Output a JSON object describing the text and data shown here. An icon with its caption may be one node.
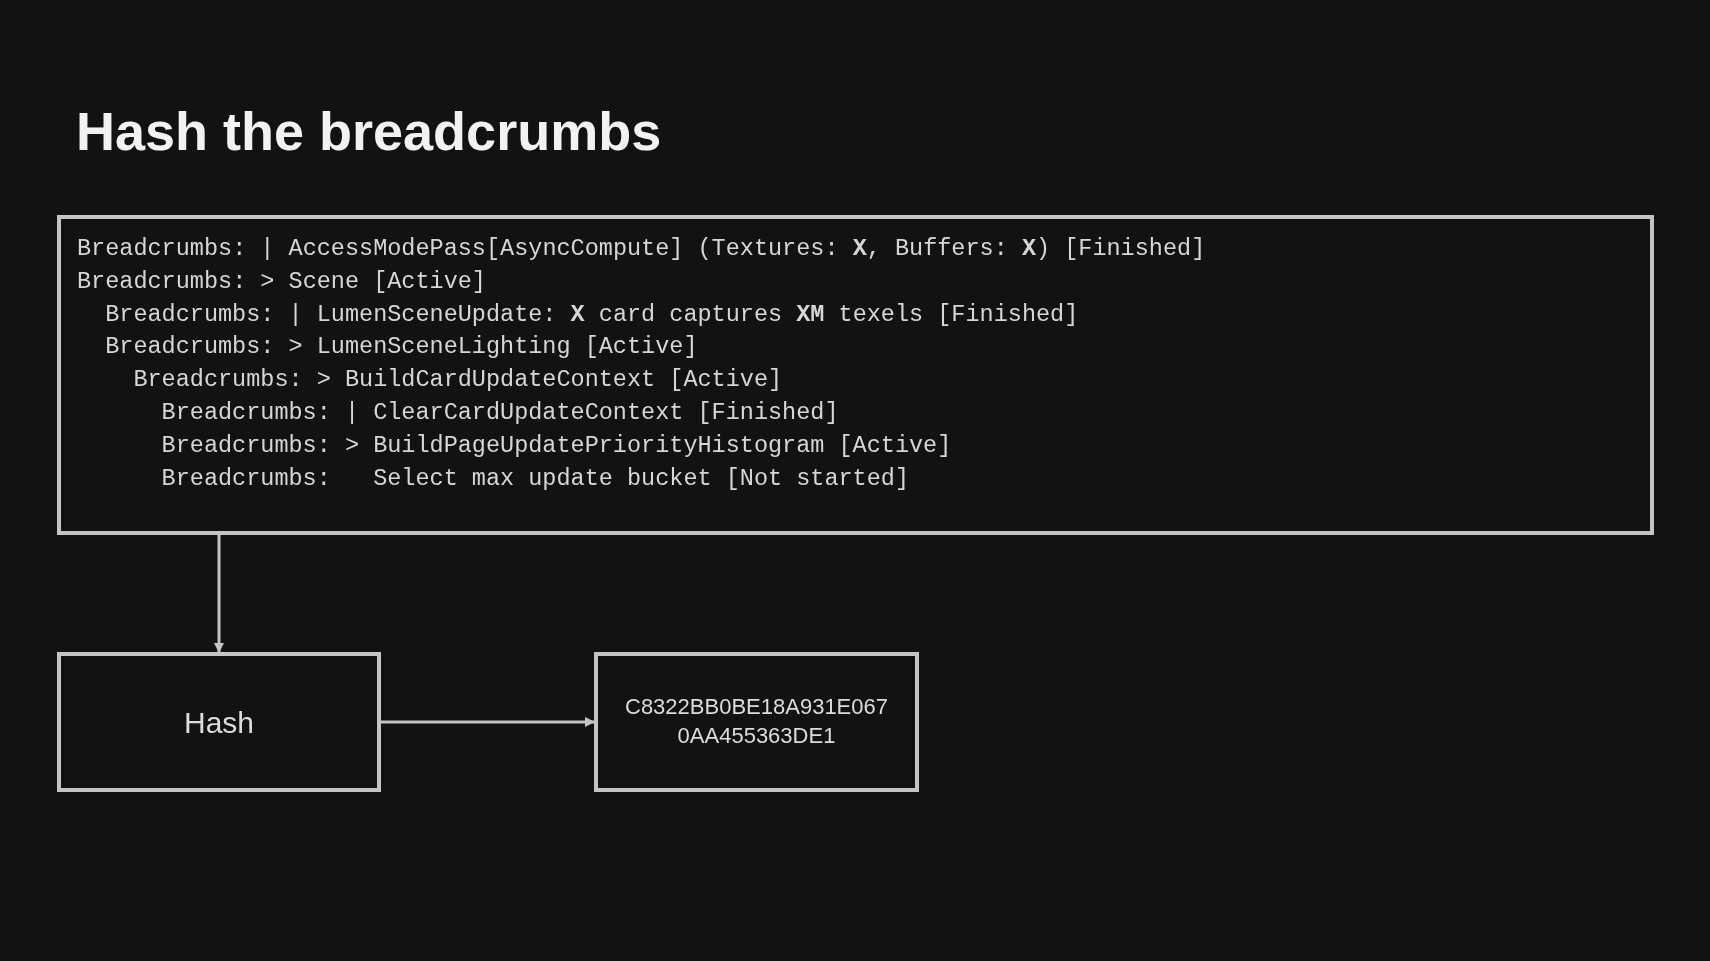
{
  "diagram": {
    "title": "Hash the breadcrumbs",
    "nodes": [
      {
        "text": [
          "Breadcrumbs: | AccessModePass[AsyncCompute] (Textures: **X**, Buffers: **X**) [Finished]",
          "Breadcrumbs: > Scene [Active]",
          "Breadcrumbs: | LumenSceneUpdate: **X** card captures **XM** texels [Finished]",
          "Breadcrumbs: > LumenSceneLighting [Active]",
          "Breadcrumbs: > BuildCardUpdateContext [Active]",
          "Breadcrumbs: | ClearCardUpdateContext [Finished]",
          "Breadcrumbs: > BuildPageUpdatePriorityHistogram [Active]",
          "Breadcrumbs:   Select max update bucket [Not started]"
        ]
      },
      {
        "text": [
          "Hash"
        ]
      },
      {
        "text": [
          "C8322BB0BE18A931E067 0AA455363DE1"
        ]
      }
    ],
    "edges": [
      {
        "from": 0,
        "to": 1,
        "arrow": "to"
      },
      {
        "from": 1,
        "to": 2,
        "arrow": "to"
      }
    ]
  }
}
